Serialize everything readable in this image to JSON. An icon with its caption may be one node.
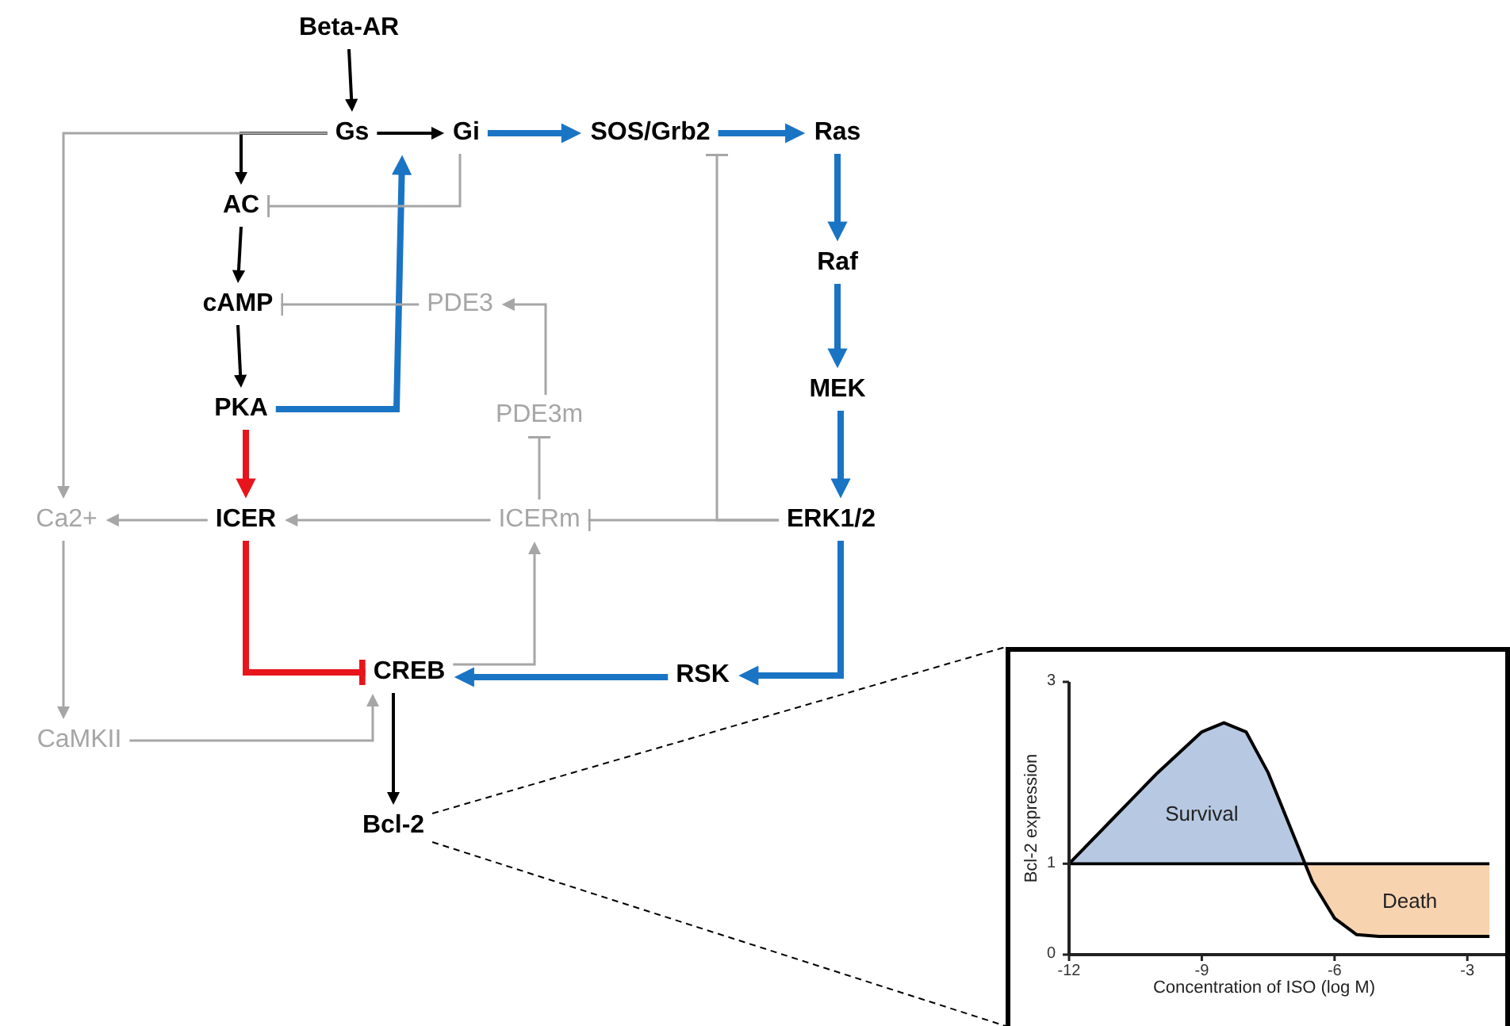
{
  "diagram": {
    "nodes": [
      {
        "text": [
          "Beta-AR"
        ]
      },
      {
        "text": [
          "Gs"
        ]
      },
      {
        "text": [
          "Gi"
        ]
      },
      {
        "text": [
          "SOS/Grb2"
        ]
      },
      {
        "text": [
          "Ras"
        ]
      },
      {
        "text": [
          "AC"
        ]
      },
      {
        "text": [
          "Raf"
        ]
      },
      {
        "text": [
          "cAMP"
        ]
      },
      {
        "text": [
          "PDE3"
        ]
      },
      {
        "text": [
          "MEK"
        ]
      },
      {
        "text": [
          "PKA"
        ]
      },
      {
        "text": [
          "PDE3m"
        ]
      },
      {
        "text": [
          "Ca2+"
        ]
      },
      {
        "text": [
          "ICER"
        ]
      },
      {
        "text": [
          "ICERm"
        ]
      },
      {
        "text": [
          "ERK1/2"
        ]
      },
      {
        "text": [
          "CREB"
        ]
      },
      {
        "text": [
          "RSK"
        ]
      },
      {
        "text": [
          "CaMKII"
        ]
      },
      {
        "text": [
          "Bcl-2"
        ]
      },
      {
        "text": [],
        "shape": "box"
      }
    ],
    "edges": [
      {
        "from": 0,
        "to": 1,
        "arrow": "to",
        "color": "#000000"
      },
      {
        "from": 1,
        "to": 2,
        "arrow": "to",
        "color": "#000000"
      },
      {
        "from": 1,
        "to": 5,
        "arrow": "to",
        "color": "#000000"
      },
      {
        "from": 1,
        "to": 12,
        "arrow": "to"
      },
      {
        "from": 5,
        "to": 7,
        "arrow": "to",
        "color": "#000000"
      },
      {
        "from": 7,
        "to": 10,
        "arrow": "to",
        "color": "#000000"
      },
      {
        "from": 10,
        "to": 2,
        "arrow": "to",
        "style": "thick",
        "color": "#1a74c4"
      },
      {
        "from": 2,
        "to": 3,
        "arrow": "to",
        "style": "thick",
        "color": "#1a74c4"
      },
      {
        "from": 3,
        "to": 4,
        "arrow": "to",
        "style": "thick",
        "color": "#1a74c4"
      },
      {
        "from": 4,
        "to": 6,
        "arrow": "to",
        "style": "thick",
        "color": "#1a74c4"
      },
      {
        "from": 6,
        "to": 9,
        "arrow": "to",
        "style": "thick",
        "color": "#1a74c4"
      },
      {
        "from": 9,
        "to": 15,
        "arrow": "to",
        "style": "thick",
        "color": "#1a74c4"
      },
      {
        "from": 15,
        "to": 17,
        "arrow": "to",
        "style": "thick",
        "color": "#1a74c4"
      },
      {
        "from": 17,
        "to": 16,
        "arrow": "to",
        "style": "thick",
        "color": "#1a74c4"
      },
      {
        "from": 2,
        "to": 5,
        "arrow": "other"
      },
      {
        "from": 8,
        "to": 7,
        "arrow": "other"
      },
      {
        "from": 11,
        "to": 8,
        "arrow": "to"
      },
      {
        "from": 14,
        "to": 11,
        "arrow": "other"
      },
      {
        "from": 15,
        "to": 14,
        "arrow": "other"
      },
      {
        "from": 15,
        "to": 3,
        "arrow": "other"
      },
      {
        "from": 14,
        "to": 13,
        "arrow": "to"
      },
      {
        "from": 13,
        "to": 12,
        "arrow": "to"
      },
      {
        "from": 10,
        "to": 13,
        "arrow": "to",
        "style": "thick",
        "color": "#e8141c"
      },
      {
        "from": 13,
        "to": 16,
        "arrow": "other",
        "style": "thick",
        "color": "#e8141c"
      },
      {
        "from": 12,
        "to": 18,
        "arrow": "to"
      },
      {
        "from": 18,
        "to": 16,
        "arrow": "to"
      },
      {
        "from": 16,
        "to": 14,
        "arrow": "to"
      },
      {
        "from": 16,
        "to": 19,
        "arrow": "to",
        "color": "#000000"
      },
      {
        "from": 19,
        "to": 20,
        "arrow": "none",
        "style": "dashed",
        "color": "#000000"
      },
      {
        "from": 19,
        "to": 20,
        "arrow": "none",
        "style": "dashed",
        "color": "#000000"
      }
    ],
    "chart_data": {
      "type": "line",
      "xlabel": "Concentration of ISO (log M)",
      "ylabel": "Bcl-2 expression",
      "x": [
        -12,
        -11,
        -10,
        -9,
        -8.5,
        -8,
        -7.5,
        -7,
        -6.5,
        -6,
        -5.5,
        -5,
        -4,
        -3,
        -2.5
      ],
      "series": [
        {
          "color": "#000000",
          "values": [
            1,
            1.5,
            2,
            2.45,
            2.55,
            2.45,
            2,
            1.4,
            0.8,
            0.4,
            0.22,
            0.2,
            0.2,
            0.2,
            0.2
          ]
        },
        {
          "color": "#000000",
          "values": [
            1,
            1,
            1,
            1,
            1,
            1,
            1,
            1,
            1,
            1,
            1,
            1,
            1,
            1,
            1
          ]
        }
      ],
      "xlim": [
        -12,
        -2
      ],
      "ylim": [
        0,
        3
      ],
      "xticks": [
        -12,
        -9,
        -6,
        -3
      ],
      "yticks": [
        0,
        1,
        3
      ],
      "annotations": [
        "Survival",
        "Death"
      ]
    }
  }
}
